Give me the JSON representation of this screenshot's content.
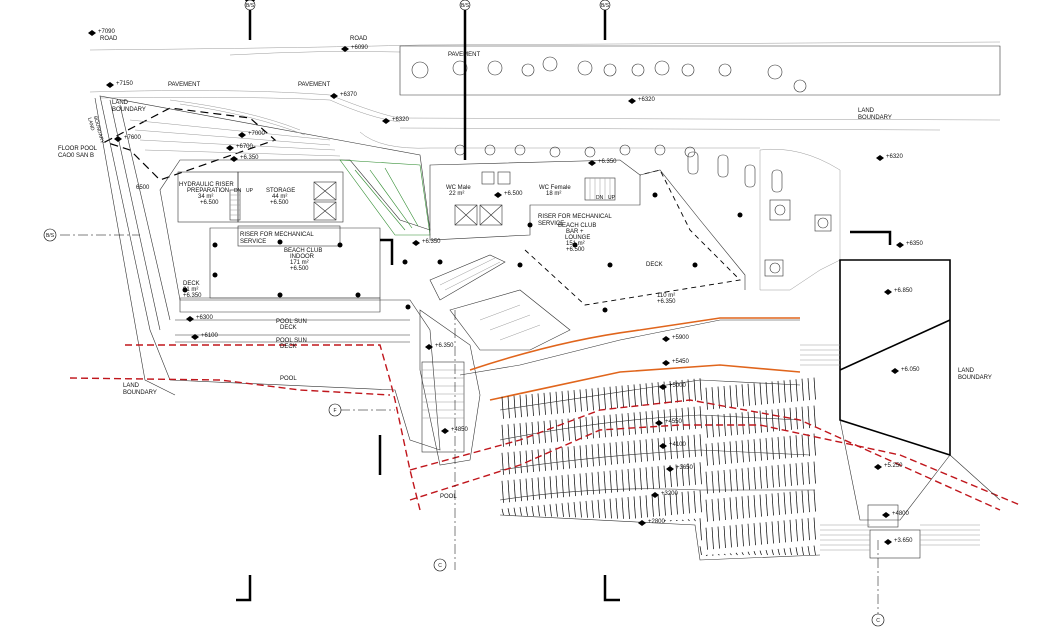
{
  "labels": {
    "road_1": "ROAD",
    "road_2": "ROAD",
    "pavement_1": "PAVEMENT",
    "pavement_2": "PAVEMENT",
    "pavement_3": "PAVEMENT",
    "land_boundary_1": "LAND",
    "land_boundary_1b": "BOUNDARY",
    "land_boundary_2": "LAND",
    "land_boundary_2b": "BOUNDARY",
    "land_boundary_vert": "LAND",
    "land_boundary_vertb": "BOUNDARY",
    "land_boundary_3": "LAND",
    "land_boundary_3b": "BOUNDARY",
    "land_boundary_4": "LAND",
    "land_boundary_4b": "BOUNDARY",
    "floor_pool_1": "FLOOR POOL",
    "floor_pool_2": "CAO0 SAN B",
    "hydraulic_1": "HYDRAULIC RISER",
    "hydraulic_2": "PREPARATION",
    "hydraulic_3": "34 m²",
    "hydraulic_4": "+6.500",
    "storage_1": "STORAGE",
    "storage_2": "44 m²",
    "storage_3": "+6.500",
    "dn_1": "DN",
    "up_1": "UP",
    "riser_1a": "RISER FOR MECHANICAL",
    "riser_1b": "SERVICE",
    "beach_indoor_1": "BEACH CLUB",
    "beach_indoor_2": "INDOOR",
    "beach_indoor_3": "171 m²",
    "beach_indoor_4": "+6.500",
    "deck_1a": "DECK",
    "deck_1b": "91 m²",
    "deck_1c": "+6.350",
    "wc_male_1": "WC Male",
    "wc_male_2": "22 m²",
    "wc_male_3": "+6.500",
    "wc_female_1": "WC Female",
    "wc_female_2": "18 m²",
    "dn_2": "DN",
    "up_2": "UP",
    "riser_2a": "RISER FOR MECHANICAL",
    "riser_2b": "SERVICE",
    "beach_bar_1": "BEACH CLUB",
    "beach_bar_2": "BAR +",
    "beach_bar_3": "LOUNGE",
    "beach_bar_4": "151 m²",
    "beach_bar_5": "+6.500",
    "deck_2a": "DECK",
    "deck_2b": "110 m²",
    "deck_2c": "+6.350",
    "pool_sun_1a": "POOL SUN",
    "pool_sun_1b": "DECK",
    "pool_sun_2a": "POOL SUN",
    "pool_sun_2b": "DECK",
    "pool_1": "POOL",
    "pool_2": "POOL"
  },
  "levels": {
    "l7090": "+7090",
    "l6090": "+6090",
    "l7150": "+7150",
    "l6370a": "+6370",
    "l6320a": "+6320",
    "l6320b": "+6320",
    "l6320c": "+6320",
    "l7000": "+7000",
    "l7600": "+7600",
    "l6700": "+6700",
    "l6350a": "+6.350",
    "l6500a": "6500",
    "l6500b": "+6.500",
    "l6350b": "+6.350",
    "l6350c": "+6.350",
    "l6350d": "+6350",
    "l6850": "+6.850",
    "l6050": "+6.050",
    "l6300": "+6300",
    "l6100": "+6100",
    "l5900": "+5900",
    "l5450": "+5450",
    "l5000": "+5000",
    "l4550": "+4550",
    "l4100": "+4100",
    "l3650a": "+3650",
    "l3200": "+3200",
    "l2800": "+2800",
    "l6350e": "+6.350",
    "l4850": "+4850",
    "l5250": "+5.250",
    "l4800": "+4800",
    "l3650b": "+3.650"
  },
  "section_markers": {
    "m1": "B/S",
    "m2": "B/S",
    "m3": "B/S",
    "m4": "B/S",
    "m5": "C",
    "m6": "F",
    "m7": "C"
  },
  "colors": {
    "line": "#000000",
    "boundary_red": "#c0161c",
    "contour_orange": "#e0651c",
    "ramp_green": "#2e8b2e"
  }
}
